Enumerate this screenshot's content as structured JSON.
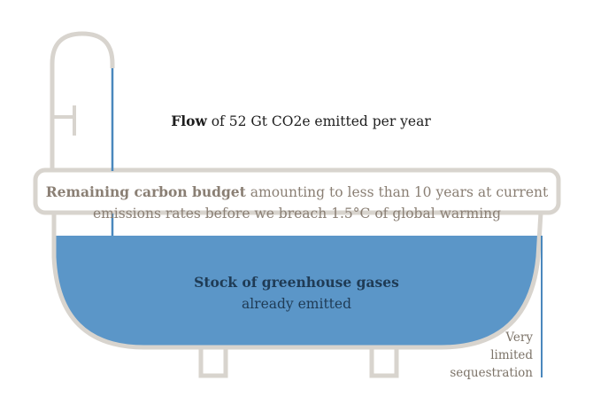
{
  "flow": {
    "bold": "Flow",
    "rest": " of 52 Gt CO2e emitted per year"
  },
  "budget": {
    "bold": "Remaining carbon budget",
    "line1_rest": " amounting to less than 10 years at current",
    "line2": "emissions rates before we breach 1.5°C of global warming"
  },
  "stock": {
    "bold": "Stock of greenhouse gases",
    "line2": "already emitted"
  },
  "sequestration": {
    "line1": "Very",
    "line2": "limited",
    "line3": "sequestration"
  },
  "colors": {
    "outline": "#d8d4ce",
    "water": "#5b96c8",
    "stream": "#4a88bd",
    "budget_text": "#8a7f74",
    "stock_text": "#1f3b55"
  }
}
